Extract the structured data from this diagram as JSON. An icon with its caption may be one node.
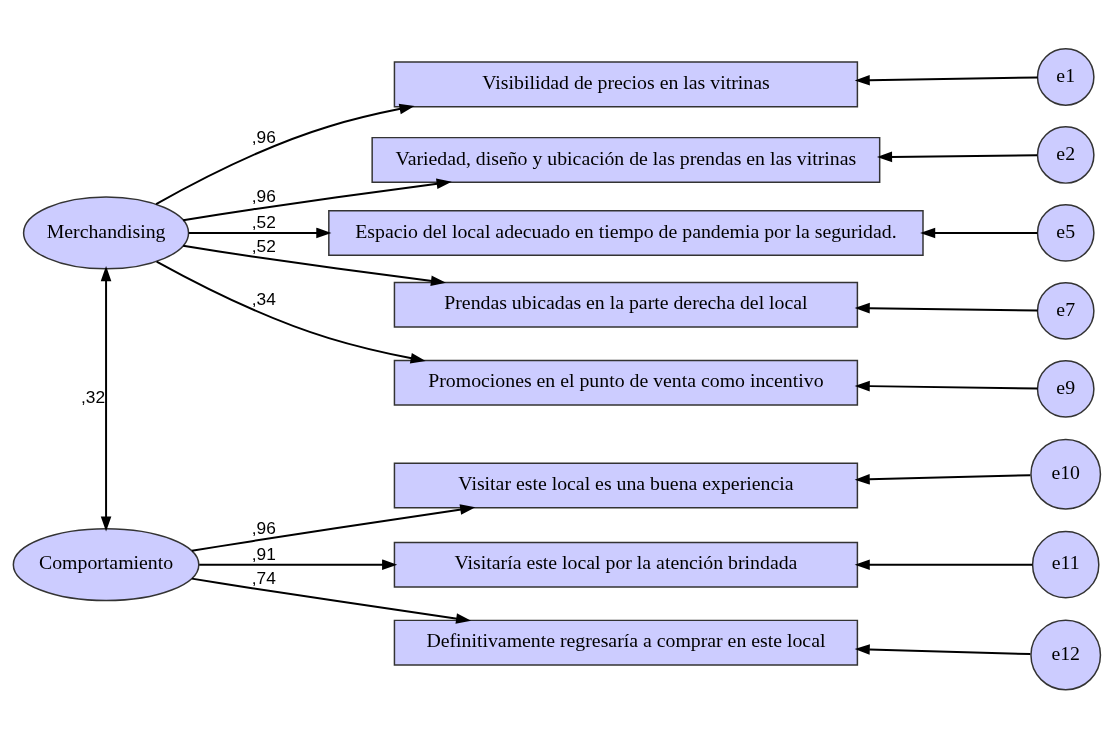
{
  "diagram": {
    "nodes": [
      {
        "text": [
          "Merchandising"
        ]
      },
      {
        "text": [
          "Comportamiento"
        ]
      },
      {
        "text": [
          "Visibilidad de precios en las vitrinas"
        ]
      },
      {
        "text": [
          "Variedad, diseño y ubicación de las prendas en las vitrinas"
        ]
      },
      {
        "text": [
          "Espacio del local adecuado en tiempo de pandemia por la seguridad."
        ]
      },
      {
        "text": [
          "Prendas ubicadas en la parte derecha del local"
        ]
      },
      {
        "text": [
          "Promociones en el punto de venta como incentivo"
        ]
      },
      {
        "text": [
          "Visitar este local es una buena experiencia"
        ]
      },
      {
        "text": [
          "Visitaría este local por la atención brindada"
        ]
      },
      {
        "text": [
          "Definitivamente regresaría a comprar en este local"
        ]
      },
      {
        "text": [
          "e1"
        ]
      },
      {
        "text": [
          "e2"
        ]
      },
      {
        "text": [
          "e5"
        ]
      },
      {
        "text": [
          "e7"
        ]
      },
      {
        "text": [
          "e9"
        ]
      },
      {
        "text": [
          "e10"
        ]
      },
      {
        "text": [
          "e11"
        ]
      },
      {
        "text": [
          "e12"
        ]
      }
    ],
    "edges": [
      {
        "from": 0,
        "to": 2,
        "arrow": "to",
        "label": ",96"
      },
      {
        "from": 0,
        "to": 3,
        "arrow": "to",
        "label": ",96"
      },
      {
        "from": 0,
        "to": 4,
        "arrow": "to",
        "label": ",52"
      },
      {
        "from": 0,
        "to": 5,
        "arrow": "to",
        "label": ",52"
      },
      {
        "from": 0,
        "to": 6,
        "arrow": "to",
        "label": ",34"
      },
      {
        "from": 1,
        "to": 7,
        "arrow": "to",
        "label": ",96"
      },
      {
        "from": 1,
        "to": 8,
        "arrow": "to",
        "label": ",91"
      },
      {
        "from": 1,
        "to": 9,
        "arrow": "to",
        "label": ",74"
      },
      {
        "from": 10,
        "to": 2,
        "arrow": "to"
      },
      {
        "from": 11,
        "to": 3,
        "arrow": "to"
      },
      {
        "from": 12,
        "to": 4,
        "arrow": "to"
      },
      {
        "from": 13,
        "to": 5,
        "arrow": "to"
      },
      {
        "from": 14,
        "to": 6,
        "arrow": "to"
      },
      {
        "from": 15,
        "to": 7,
        "arrow": "to"
      },
      {
        "from": 16,
        "to": 8,
        "arrow": "to"
      },
      {
        "from": 17,
        "to": 9,
        "arrow": "to"
      },
      {
        "from": 0,
        "to": 1,
        "arrow": "both",
        "label": ",32"
      }
    ]
  }
}
